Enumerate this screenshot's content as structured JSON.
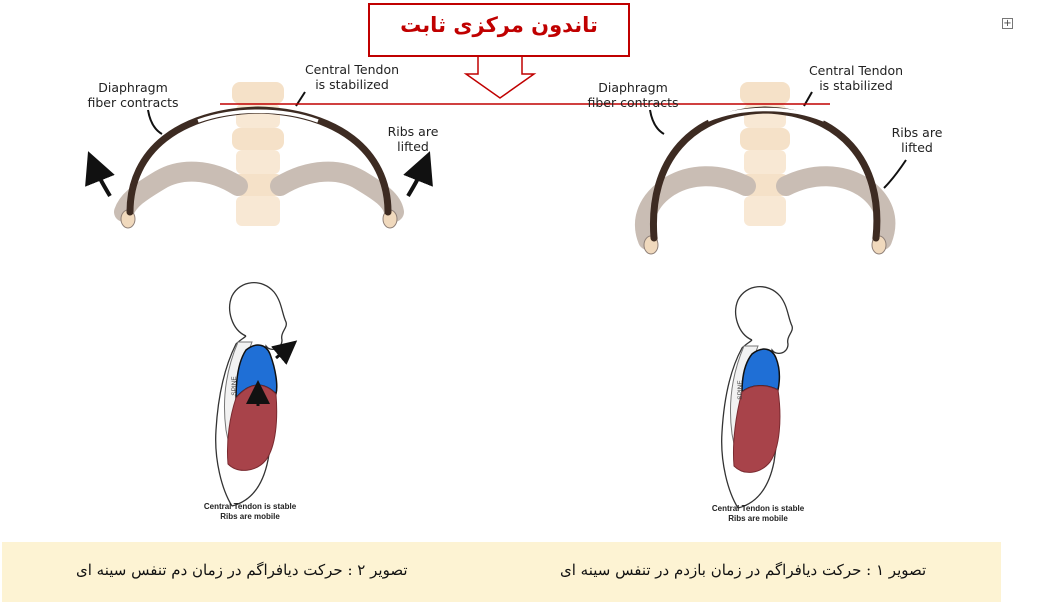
{
  "callout": {
    "text": "تاندون مرکزی ثابت"
  },
  "left_diaphragm": {
    "fiber_label": "Diaphragm\nfiber contracts",
    "tendon_label": "Central Tendon\nis stabilized",
    "ribs_label": "Ribs are\nlifted"
  },
  "right_diaphragm": {
    "fiber_label": "Diaphragm\nfiber contracts",
    "tendon_label": "Central Tendon\nis stabilized",
    "ribs_label": "Ribs are\nlifted"
  },
  "left_body": {
    "spine_label": "SPINE",
    "caption_line1": "Central Tendon is stable",
    "caption_line2": "Ribs are mobile"
  },
  "right_body": {
    "spine_label": "SPINE",
    "caption_line1": "Central Tendon is stable",
    "caption_line2": "Ribs are mobile"
  },
  "captions": {
    "left": "تصویر ۲ : حرکت دیافراگم در زمان دم تنفس سینه ای",
    "right": "تصویر ۱ : حرکت دیافراگم در زمان بازدم در تنفس سینه ای"
  },
  "colors": {
    "accent_red": "#c00000",
    "lung_blue": "#1f6fd6",
    "abdomen_red": "#a8434a",
    "bone": "#f4e2cc",
    "rib": "#c9bdb4",
    "diaphragm": "#3d2b22",
    "caption_bg": "#fdf3d3"
  }
}
